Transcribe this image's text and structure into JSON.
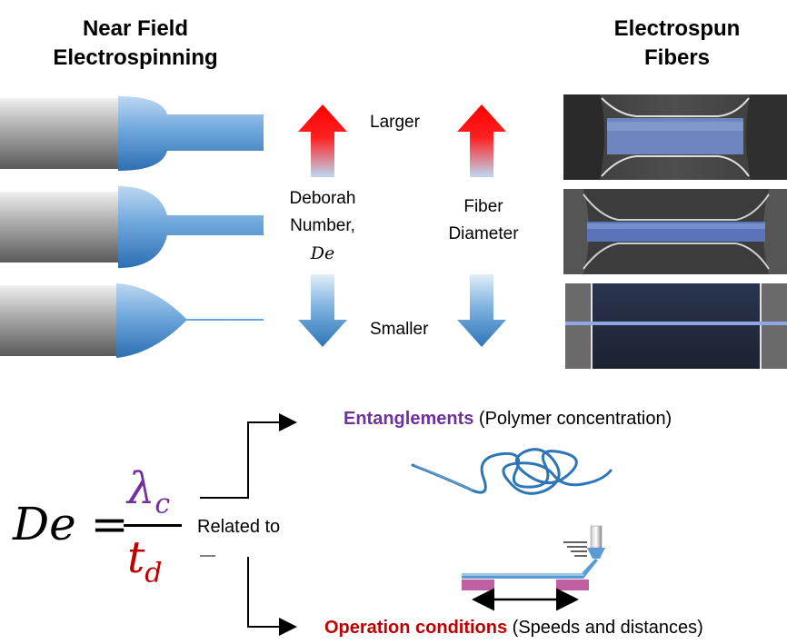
{
  "titles": {
    "left": [
      "Near Field",
      "Electrospinning"
    ],
    "right": [
      "Electrospun",
      "Fibers"
    ]
  },
  "arrows": {
    "larger": "Larger",
    "smaller": "Smaller",
    "deborah": [
      "Deborah",
      "Number,",
      "De"
    ],
    "fiber": [
      "Fiber",
      "Diameter"
    ]
  },
  "equation": {
    "lhs": "De =",
    "numerator": "λ",
    "numerator_sub": "c",
    "denominator": "t",
    "denominator_sub": "d",
    "related": "Related to"
  },
  "factors": {
    "entanglements": {
      "bold": "Entanglements",
      "rest": " (Polymer concentration)"
    },
    "operation": {
      "bold": "Operation conditions",
      "rest": " (Speeds and distances)"
    }
  },
  "colors": {
    "purple": "#7030a0",
    "red": "#c00000",
    "arrow_up": "#ff0000",
    "arrow_down": "#2e75b6",
    "fluid": "#5b9bd5",
    "substrate": "#c060a0"
  },
  "icons": [
    "needle-icon",
    "arrow-up-icon",
    "arrow-down-icon",
    "polymer-coil-icon",
    "nozzle-stage-icon"
  ]
}
